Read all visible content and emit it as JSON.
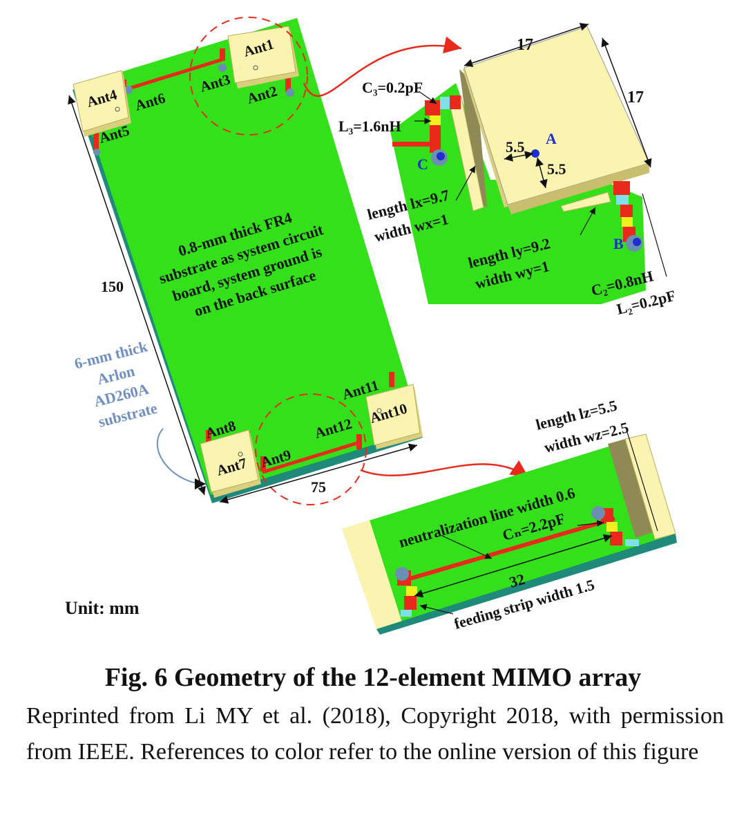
{
  "board": {
    "description_lines": [
      "0.8-mm thick FR4",
      "substrate as system circuit",
      "board, system ground is",
      "on the back surface"
    ],
    "dim_length": "150",
    "dim_width": "75",
    "substrate_note_lines": [
      "6-mm thick",
      "Arlon",
      "AD260A",
      "substrate"
    ],
    "unit": "Unit: mm"
  },
  "antennas": [
    "Ant1",
    "Ant2",
    "Ant3",
    "Ant4",
    "Ant5",
    "Ant6",
    "Ant7",
    "Ant8",
    "Ant9",
    "Ant10",
    "Ant11",
    "Ant12"
  ],
  "detail_top": {
    "dim_top": "17",
    "dim_side": "17",
    "c3": "C₃=0.2pF",
    "l3": "L₃=1.6nH",
    "point_a": "A",
    "point_b": "B",
    "point_c": "C",
    "offset_x": "5.5",
    "offset_y": "5.5",
    "lx": "length lx=9.7",
    "wx": "width  wx=1",
    "ly": "length ly=9.2",
    "wy": "width  wy=1",
    "c2": "C₂=0.8nH",
    "l2": "L₂=0.2pF"
  },
  "detail_bottom": {
    "lz": "length lz=5.5",
    "wz": "width  wz=2.5",
    "neutral": "neutralization line width 0.6",
    "cn": "Cₙ=2.2pF",
    "span": "32",
    "feed": "feeding strip width 1.5"
  },
  "caption": {
    "title": "Fig. 6  Geometry of the 12-element MIMO array",
    "body": "Reprinted from Li MY et al. (2018), Copyright 2018, with permission from IEEE. References to color refer to the online version of this figure"
  },
  "colors": {
    "board": "#33e01a",
    "antenna": "#fbf3b0",
    "edge": "#1f8a7a",
    "red": "#e8291c",
    "note_blue": "#6f8fc0",
    "marker_blue": "#1e2fd0"
  }
}
